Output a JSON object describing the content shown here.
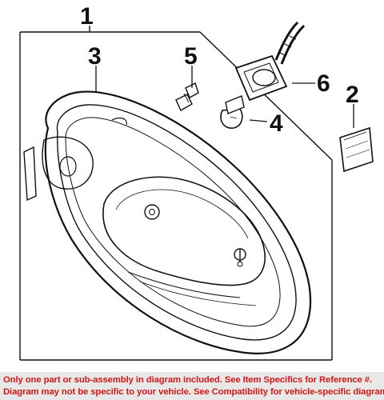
{
  "callouts": {
    "part_1": "1",
    "part_2": "2",
    "part_3": "3",
    "part_4": "4",
    "part_5": "5",
    "part_6": "6"
  },
  "footer": {
    "line_1": "Only one part or sub-assembly in diagram included. See Item Specifics for Reference #.",
    "line_2": "Diagram may not be specific to your vehicle. See Compatibility for vehicle-specific diagrams.",
    "text_color": "#d41616",
    "background": "#e8e8e8"
  }
}
